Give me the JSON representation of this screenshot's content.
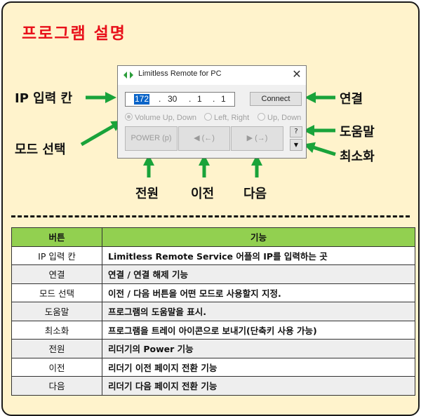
{
  "title": "프로그램 설명",
  "window": {
    "title": "Limitless Remote for PC",
    "close": "✕",
    "ip": [
      "172",
      "30",
      "1",
      "1"
    ],
    "ip_sep": ".",
    "connect": "Connect",
    "radios": [
      {
        "label": "Volume Up, Down",
        "selected": true
      },
      {
        "label": "Left, Right",
        "selected": false
      },
      {
        "label": "Up, Down",
        "selected": false
      }
    ],
    "power": "POWER (p)",
    "prev": "◀ (←)",
    "next": "▶ (→)",
    "help": "?",
    "minimize": "▼"
  },
  "callouts": {
    "ip": "IP 입력 칸",
    "mode": "모드 선택",
    "connect": "연결",
    "help": "도움말",
    "minimize": "최소화",
    "power": "전원",
    "prev": "이전",
    "next": "다음"
  },
  "table": {
    "headers": [
      "버튼",
      "기능"
    ],
    "rows": [
      [
        "IP 입력 칸",
        "Limitless Remote Service 어플의 IP를 입력하는 곳"
      ],
      [
        "연결",
        "연결 / 연결 해제 기능"
      ],
      [
        "모드 선택",
        "이전 / 다음 버튼을 어떤 모드로 사용할지 지정."
      ],
      [
        "도움말",
        "프로그램의 도움말을 표시."
      ],
      [
        "최소화",
        "프로그램을 트레이 아이콘으로 보내기(단축키 사용 가능)"
      ],
      [
        "전원",
        "리더기의 Power 기능"
      ],
      [
        "이전",
        "리더기 이전 페이지 전환 기능"
      ],
      [
        "다음",
        "리더기 다음 페이지 전환 기능"
      ]
    ]
  },
  "colors": {
    "title": "#e8101a",
    "arrow": "#19a33a",
    "header": "#92d050",
    "background": "#fff3cc"
  }
}
